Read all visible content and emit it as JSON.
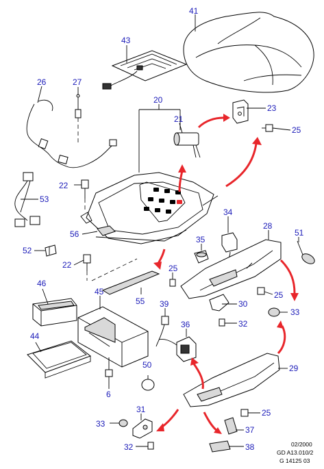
{
  "callouts": {
    "c41": "41",
    "c43": "43",
    "c26": "26",
    "c27": "27",
    "c20": "20",
    "c23": "23",
    "c21": "21",
    "c25a": "25",
    "c22a": "22",
    "c53": "53",
    "c34": "34",
    "c28": "28",
    "c56": "56",
    "c35": "35",
    "c51": "51",
    "c52": "52",
    "c22b": "22",
    "c25b": "25",
    "c46": "46",
    "c45": "45",
    "c25c": "25",
    "c55": "55",
    "c33a": "33",
    "c39": "39",
    "c30": "30",
    "c32a": "32",
    "c36": "36",
    "c44": "44",
    "c29": "29",
    "c50": "50",
    "c6": "6",
    "c31": "31",
    "c25d": "25",
    "c33b": "33",
    "c37": "37",
    "c32b": "32",
    "c38": "38"
  },
  "footer": {
    "date": "02/2000",
    "ref": "GD A13.010/2",
    "code": "G 14125 03"
  },
  "colors": {
    "callout": "#1a1ab8",
    "arrow": "#e8262b",
    "line": "#000000"
  }
}
